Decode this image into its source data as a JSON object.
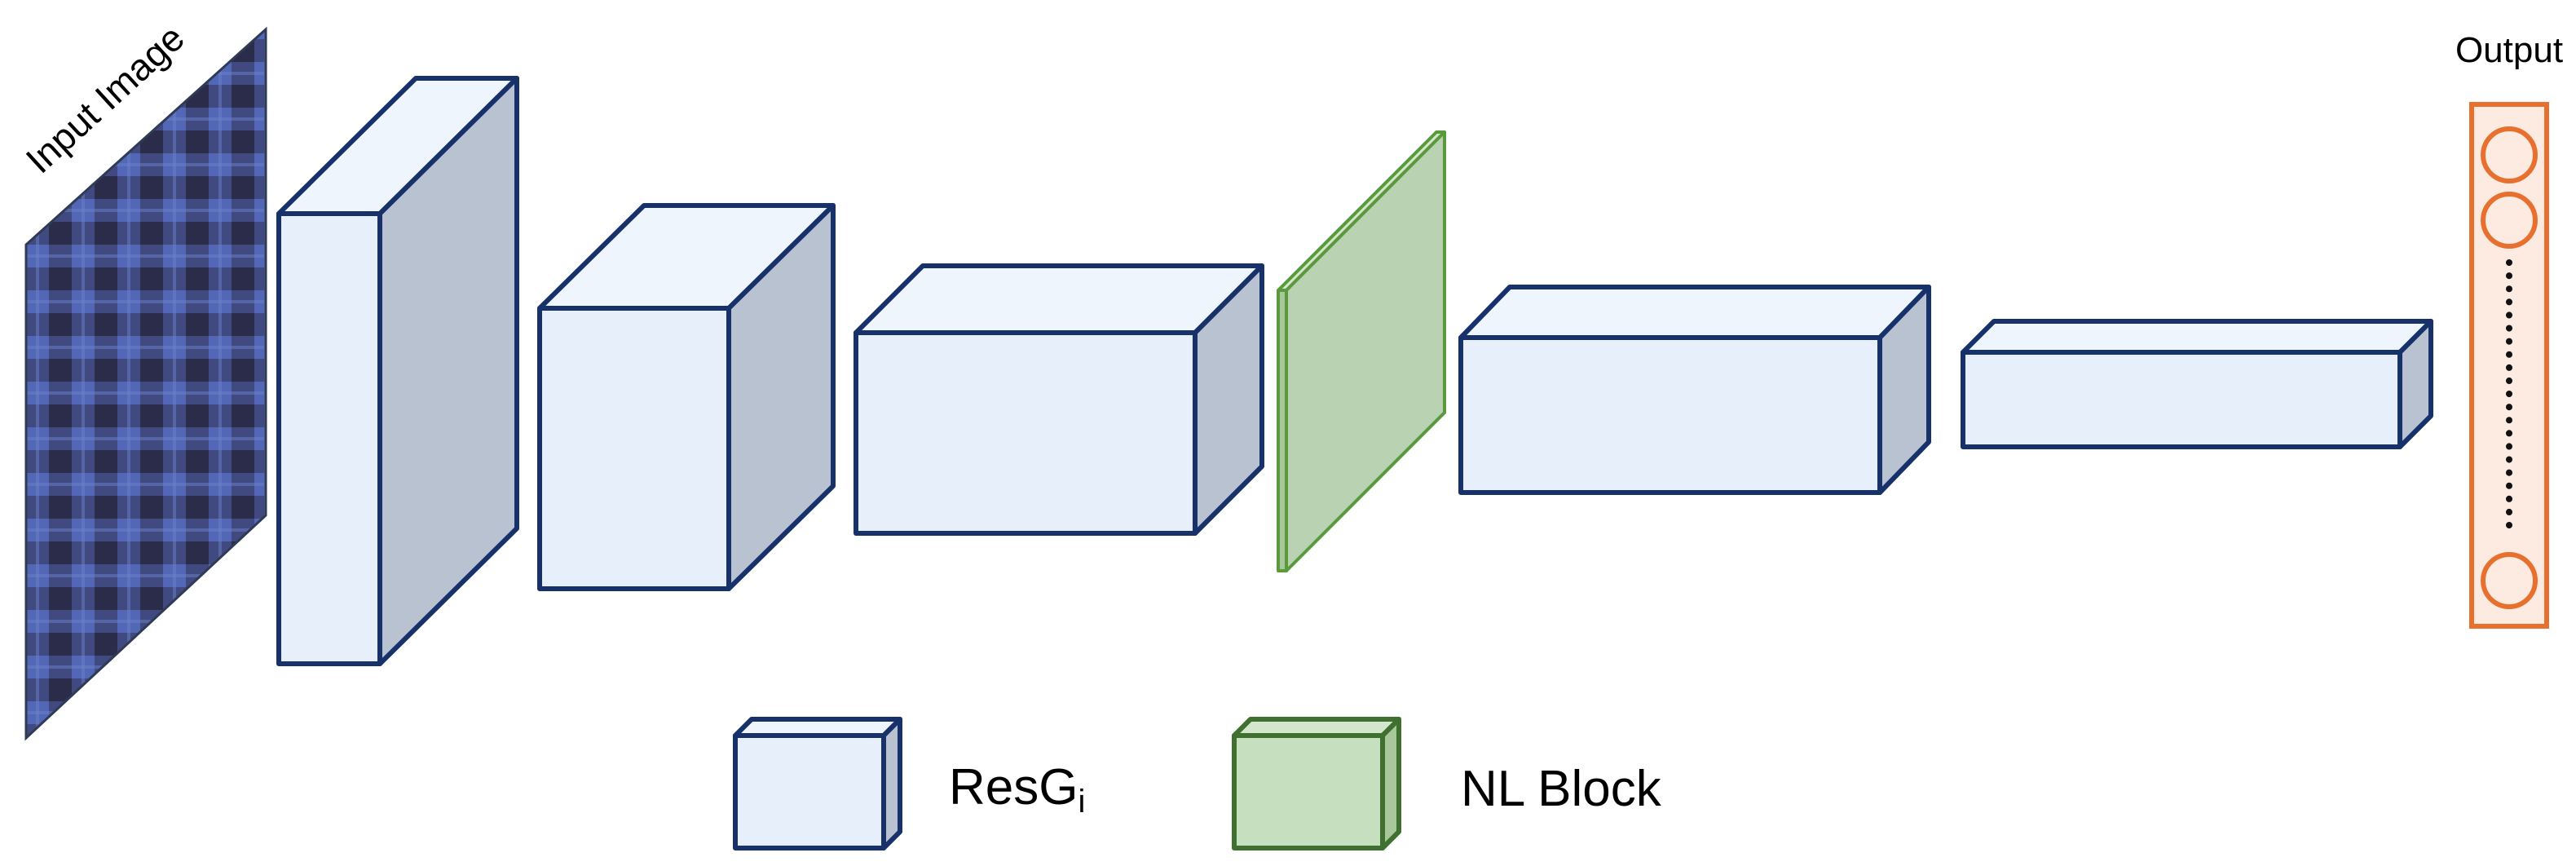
{
  "diagram": {
    "input_label": "Input Image",
    "output_label": "Output",
    "colors": {
      "block_front": "#e7effb",
      "block_top": "#eef5fd",
      "block_side": "#b9c2d0",
      "block_stroke": "#17316a",
      "nl_fill": "#b9d2b1",
      "nl_stroke": "#5a9a3c",
      "output_fill": "#fdebe2",
      "output_stroke": "#e8702f",
      "image_base": "#404a80",
      "image_light": "#5268b6",
      "image_dark": "#2a2c4a"
    }
  },
  "legend": {
    "resg_label_main": "ResG",
    "resg_label_sub": "i",
    "nl_label": "NL Block"
  }
}
